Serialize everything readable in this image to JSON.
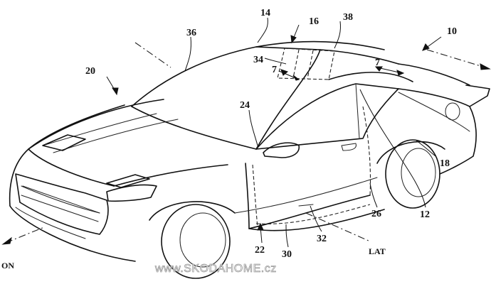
{
  "refs": {
    "r10": "10",
    "r12": "12",
    "r14": "14",
    "r16": "16",
    "r18": "18",
    "r20": "20",
    "r22": "22",
    "r24": "24",
    "r26": "26",
    "r30": "30",
    "r32": "32",
    "r34": "34",
    "r36": "36",
    "r38": "38",
    "r7a": "7",
    "r7b": "7"
  },
  "axes": {
    "longitudinal_label": "ON",
    "lateral_label": "LAT"
  },
  "watermark": "www.SKODAHOME.cz"
}
